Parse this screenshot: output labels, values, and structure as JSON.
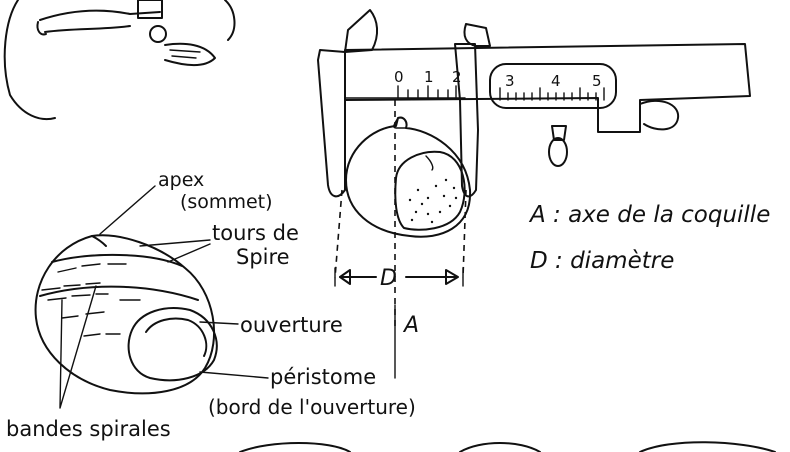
{
  "labels": {
    "apex": "apex",
    "sommet": "(sommet)",
    "tours_line1": "tours de",
    "tours_line2": "Spire",
    "ouverture": "ouverture",
    "peristome": "péristome",
    "bord": "(bord de l'ouverture)",
    "bandes": "bandes spirales"
  },
  "caliper": {
    "scale_top": [
      "0",
      "1",
      "2"
    ],
    "scale_vernier": [
      "3",
      "4",
      "5"
    ],
    "axis_letter": "A",
    "diameter_letter": "D"
  },
  "legend": {
    "axis": "A : axe de la coquille",
    "diameter": "D : diamètre"
  }
}
